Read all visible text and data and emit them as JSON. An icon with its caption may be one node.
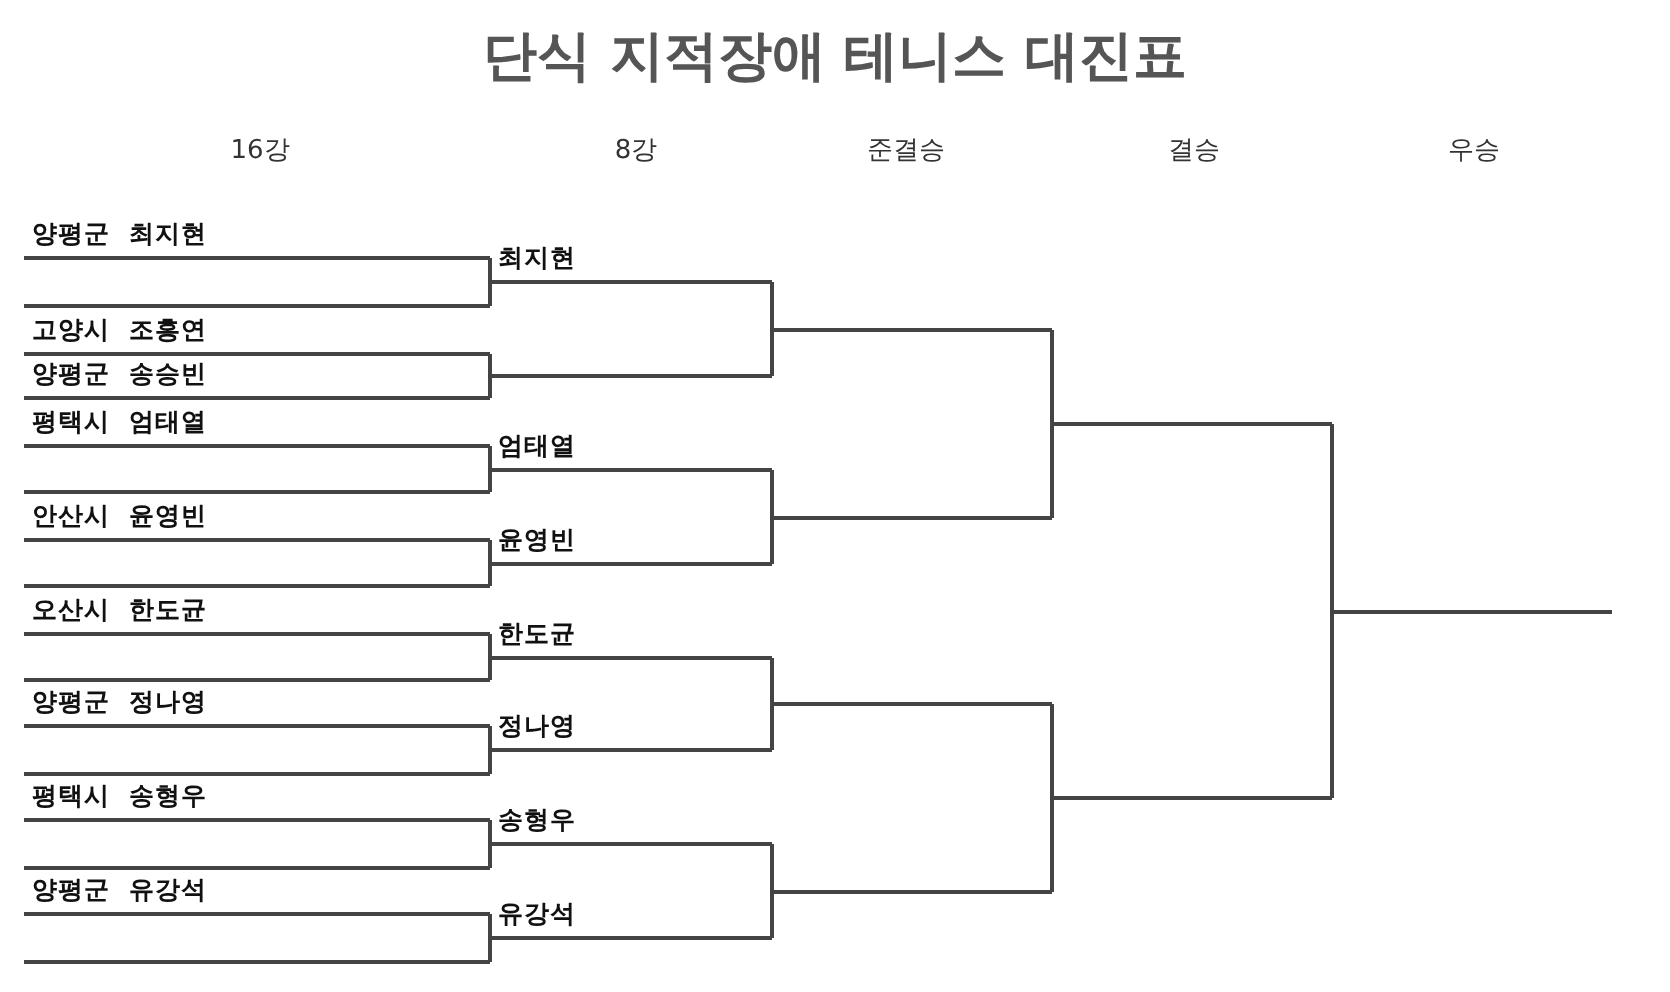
{
  "diagram": {
    "title": "단식 지적장애 테니스 대진표",
    "nodes": [
      {
        "text": [
          "양평군 최지현"
        ]
      },
      {
        "text": [],
        "shape": "line"
      },
      {
        "text": [
          "고양시 조홍연"
        ]
      },
      {
        "text": [
          "양평군 송승빈"
        ]
      },
      {
        "text": [
          "평택시 엄태열"
        ]
      },
      {
        "text": [],
        "shape": "line"
      },
      {
        "text": [
          "안산시 윤영빈"
        ]
      },
      {
        "text": [],
        "shape": "line"
      },
      {
        "text": [
          "오산시 한도균"
        ]
      },
      {
        "text": [],
        "shape": "line"
      },
      {
        "text": [
          "양평군 정나영"
        ]
      },
      {
        "text": [],
        "shape": "line"
      },
      {
        "text": [
          "평택시 송형우"
        ]
      },
      {
        "text": [],
        "shape": "line"
      },
      {
        "text": [
          "양평군 유강석"
        ]
      },
      {
        "text": [],
        "shape": "line"
      },
      {
        "text": [
          "최지현"
        ]
      },
      {
        "text": [],
        "shape": "line"
      },
      {
        "text": [
          "엄태열"
        ]
      },
      {
        "text": [
          "윤영빈"
        ]
      },
      {
        "text": [
          "한도균"
        ]
      },
      {
        "text": [
          "정나영"
        ]
      },
      {
        "text": [
          "송형우"
        ]
      },
      {
        "text": [
          "유강석"
        ]
      },
      {
        "text": [],
        "shape": "line"
      },
      {
        "text": [],
        "shape": "line"
      },
      {
        "text": [],
        "shape": "line"
      },
      {
        "text": [],
        "shape": "line"
      },
      {
        "text": [],
        "shape": "line"
      },
      {
        "text": [],
        "shape": "line"
      },
      {
        "text": [],
        "shape": "line"
      }
    ],
    "edges": [
      {
        "from": 0,
        "to": 16,
        "arrow": "none"
      },
      {
        "from": 1,
        "to": 16,
        "arrow": "none"
      },
      {
        "from": 2,
        "to": 17,
        "arrow": "none"
      },
      {
        "from": 3,
        "to": 17,
        "arrow": "none"
      },
      {
        "from": 4,
        "to": 18,
        "arrow": "none"
      },
      {
        "from": 5,
        "to": 18,
        "arrow": "none"
      },
      {
        "from": 6,
        "to": 19,
        "arrow": "none"
      },
      {
        "from": 7,
        "to": 19,
        "arrow": "none"
      },
      {
        "from": 8,
        "to": 20,
        "arrow": "none"
      },
      {
        "from": 9,
        "to": 20,
        "arrow": "none"
      },
      {
        "from": 10,
        "to": 21,
        "arrow": "none"
      },
      {
        "from": 11,
        "to": 21,
        "arrow": "none"
      },
      {
        "from": 12,
        "to": 22,
        "arrow": "none"
      },
      {
        "from": 13,
        "to": 22,
        "arrow": "none"
      },
      {
        "from": 14,
        "to": 23,
        "arrow": "none"
      },
      {
        "from": 15,
        "to": 23,
        "arrow": "none"
      },
      {
        "from": 16,
        "to": 24,
        "arrow": "none"
      },
      {
        "from": 17,
        "to": 24,
        "arrow": "none"
      },
      {
        "from": 18,
        "to": 25,
        "arrow": "none"
      },
      {
        "from": 19,
        "to": 25,
        "arrow": "none"
      },
      {
        "from": 20,
        "to": 26,
        "arrow": "none"
      },
      {
        "from": 21,
        "to": 26,
        "arrow": "none"
      },
      {
        "from": 22,
        "to": 27,
        "arrow": "none"
      },
      {
        "from": 23,
        "to": 27,
        "arrow": "none"
      },
      {
        "from": 24,
        "to": 28,
        "arrow": "none"
      },
      {
        "from": 25,
        "to": 28,
        "arrow": "none"
      },
      {
        "from": 26,
        "to": 29,
        "arrow": "none"
      },
      {
        "from": 27,
        "to": 29,
        "arrow": "none"
      },
      {
        "from": 28,
        "to": 30,
        "arrow": "none"
      },
      {
        "from": 29,
        "to": 30,
        "arrow": "none"
      }
    ],
    "labels": [
      "16강",
      "8강",
      "준결승",
      "결승",
      "우승"
    ]
  }
}
